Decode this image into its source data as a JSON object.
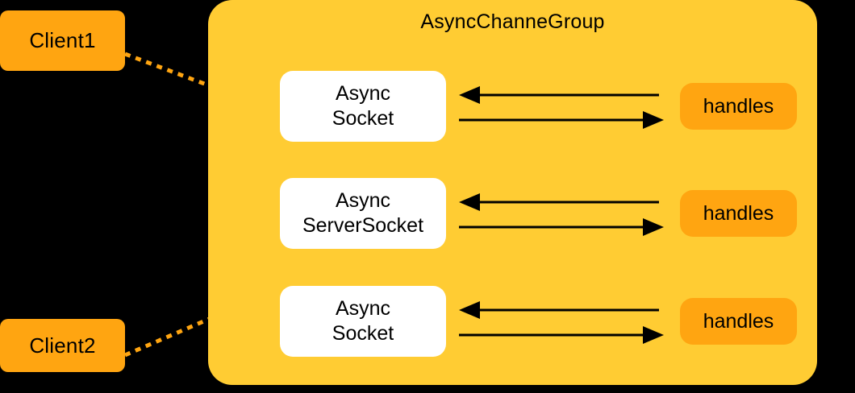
{
  "diagram": {
    "title": "AsyncChanneGroup",
    "background_color": "#000000",
    "panel_color": "#FFCC33",
    "accent_color": "#FFA511",
    "box_color": "#FFFFFF",
    "connector_color": "#FFA511",
    "arrow_color": "#000000"
  },
  "clients": [
    {
      "label": "Client1"
    },
    {
      "label": "Client2"
    }
  ],
  "channels": [
    {
      "name_line1": "Async",
      "name_line2": "Socket",
      "handles_label": "handles",
      "arrow_in": "left-arrow",
      "arrow_out": "right-arrow"
    },
    {
      "name_line1": "Async",
      "name_line2": "ServerSocket",
      "handles_label": "handles",
      "arrow_in": "left-arrow",
      "arrow_out": "right-arrow"
    },
    {
      "name_line1": "Async",
      "name_line2": "Socket",
      "handles_label": "handles",
      "arrow_in": "left-arrow",
      "arrow_out": "right-arrow"
    }
  ]
}
